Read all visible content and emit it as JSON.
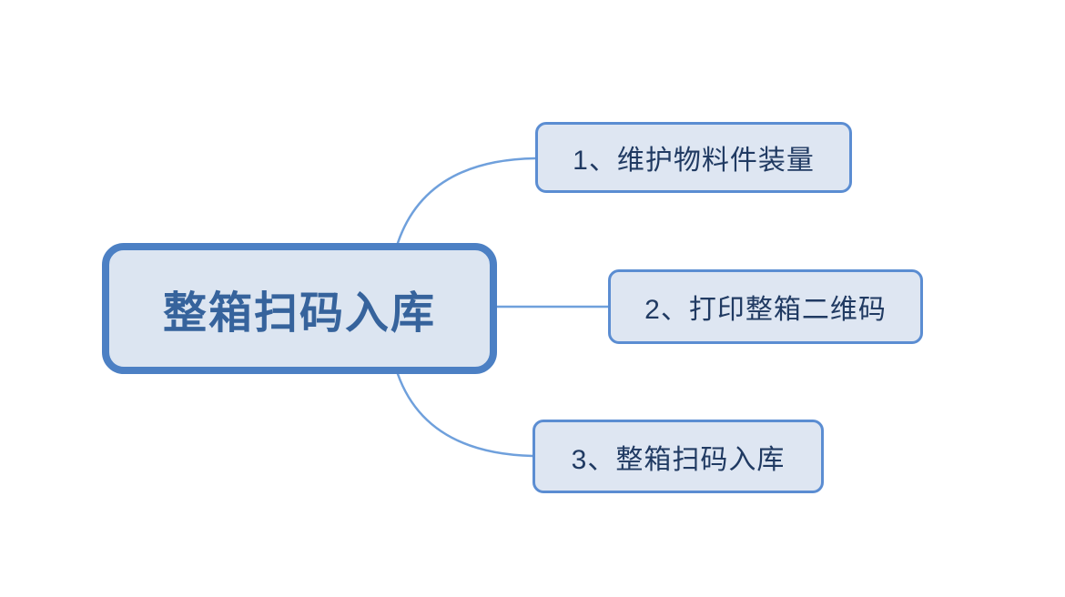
{
  "diagram": {
    "type": "mindmap",
    "center": {
      "label": "整箱扫码入库"
    },
    "branches": [
      {
        "label": "1、维护物料件装量"
      },
      {
        "label": "2、打印整箱二维码"
      },
      {
        "label": "3、整箱扫码入库"
      }
    ],
    "colors": {
      "center_border": "#4C80C4",
      "center_fill": "#DCE5F1",
      "center_text": "#36639C",
      "branch_border": "#5B8DD2",
      "branch_fill": "#DEE6F2",
      "branch_text": "#203A62",
      "connector": "#6FA0DC",
      "background": "#FFFFFF"
    }
  }
}
